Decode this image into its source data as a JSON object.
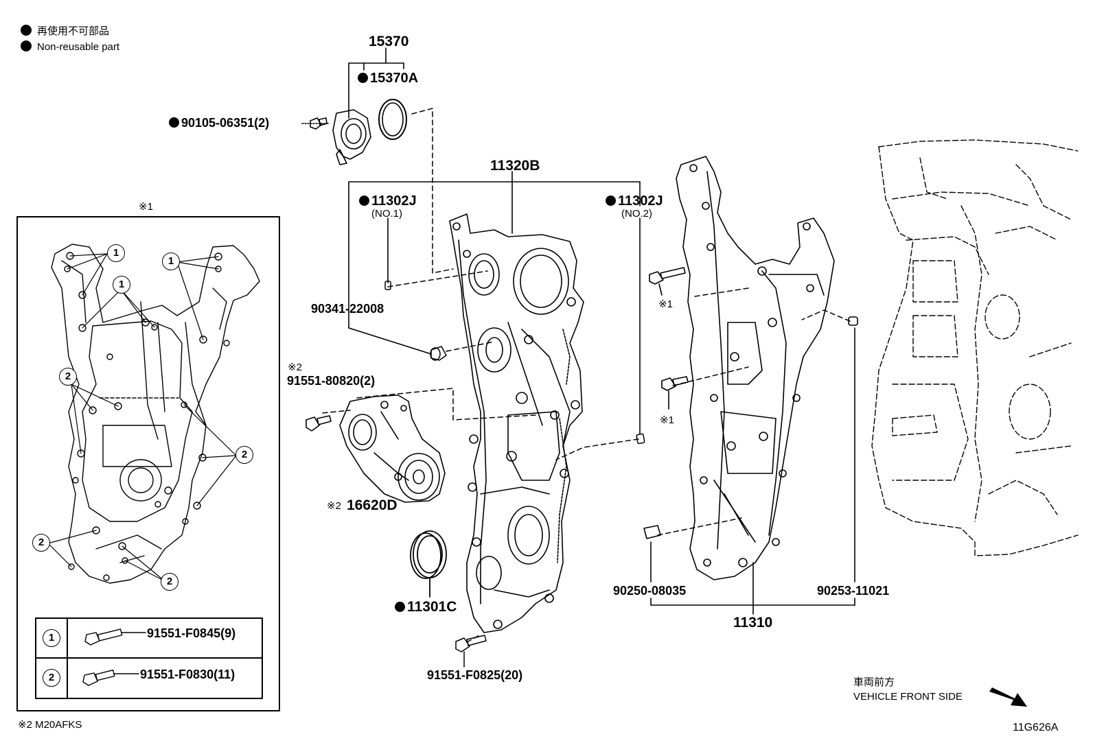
{
  "legend": {
    "jp": "再使用不可部品",
    "en": "Non-reusable part"
  },
  "labels": {
    "p15370": "15370",
    "p15370a": "15370A",
    "p90105": "90105-06351(2)",
    "p11320b": "11320B",
    "p11302j_1": "11302J",
    "no1": "(NO.1)",
    "p11302j_2": "11302J",
    "no2": "(NO.2)",
    "p90341": "90341-22008",
    "note2_mark": "※2",
    "p91551_80820": "91551-80820(2)",
    "p16620d_mark": "※2",
    "p16620d": "16620D",
    "p11301c": "11301C",
    "p91551_f0825": "91551-F0825(20)",
    "note1_a": "※1",
    "note1_b": "※1",
    "p90250": "90250-08035",
    "p90253": "90253-11021",
    "p11310": "11310",
    "box_title": "※1",
    "footnote": "※2 M20AFKS",
    "front_jp": "車両前方",
    "front_en": "VEHICLE FRONT SIDE",
    "diagram_id": "11G626A"
  },
  "bolt_table": [
    {
      "key": "1",
      "part": "91551-F0845(9)"
    },
    {
      "key": "2",
      "part": "91551-F0830(11)"
    }
  ],
  "callouts": {
    "c1": "1",
    "c2": "2"
  }
}
